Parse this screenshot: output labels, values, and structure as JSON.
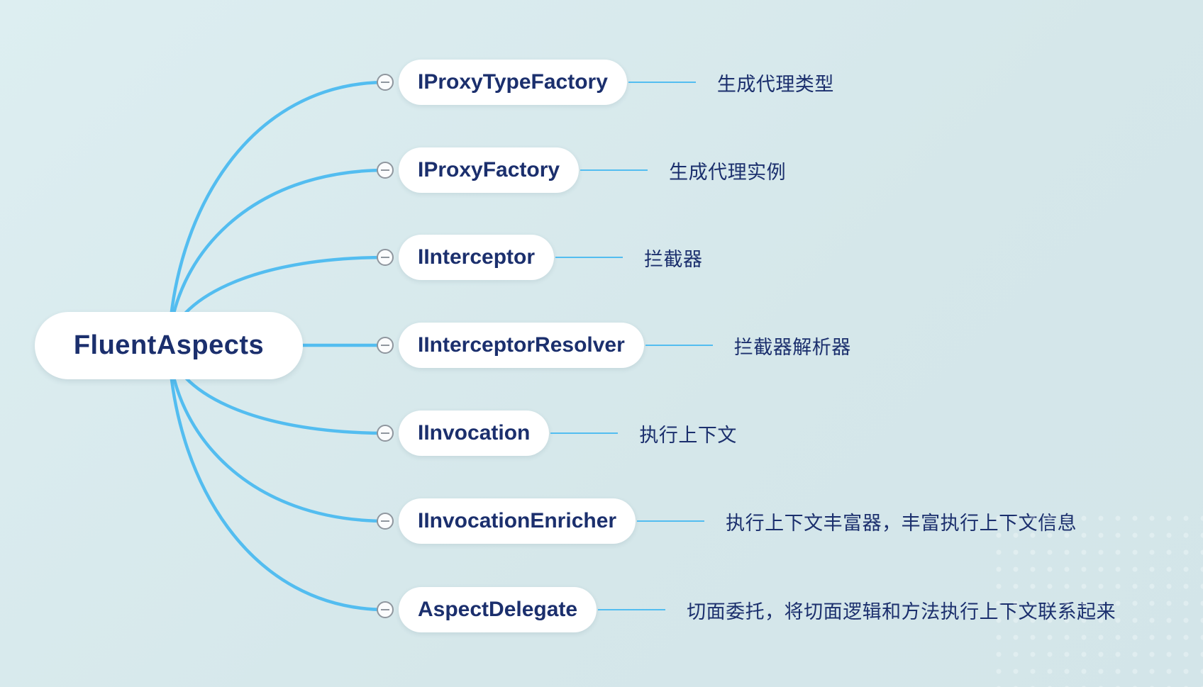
{
  "colors": {
    "background": "#d8e9ec",
    "branch": "#53bdf0",
    "text": "#1b2f6d",
    "node_fill": "#ffffff",
    "collapse_icon_gray": "#8f969e"
  },
  "root": {
    "label": "FluentAspects"
  },
  "nodes": [
    {
      "label": "IProxyTypeFactory",
      "note": "生成代理类型"
    },
    {
      "label": "IProxyFactory",
      "note": "生成代理实例"
    },
    {
      "label": "IInterceptor",
      "note": "拦截器"
    },
    {
      "label": "IInterceptorResolver",
      "note": "拦截器解析器"
    },
    {
      "label": "IInvocation",
      "note": "执行上下文"
    },
    {
      "label": "IInvocationEnricher",
      "note": "执行上下文丰富器，丰富执行上下文信息"
    },
    {
      "label": "AspectDelegate",
      "note": "切面委托，将切面逻辑和方法执行上下文联系起来"
    }
  ],
  "icons": {
    "collapse": "minus-circle-icon"
  }
}
